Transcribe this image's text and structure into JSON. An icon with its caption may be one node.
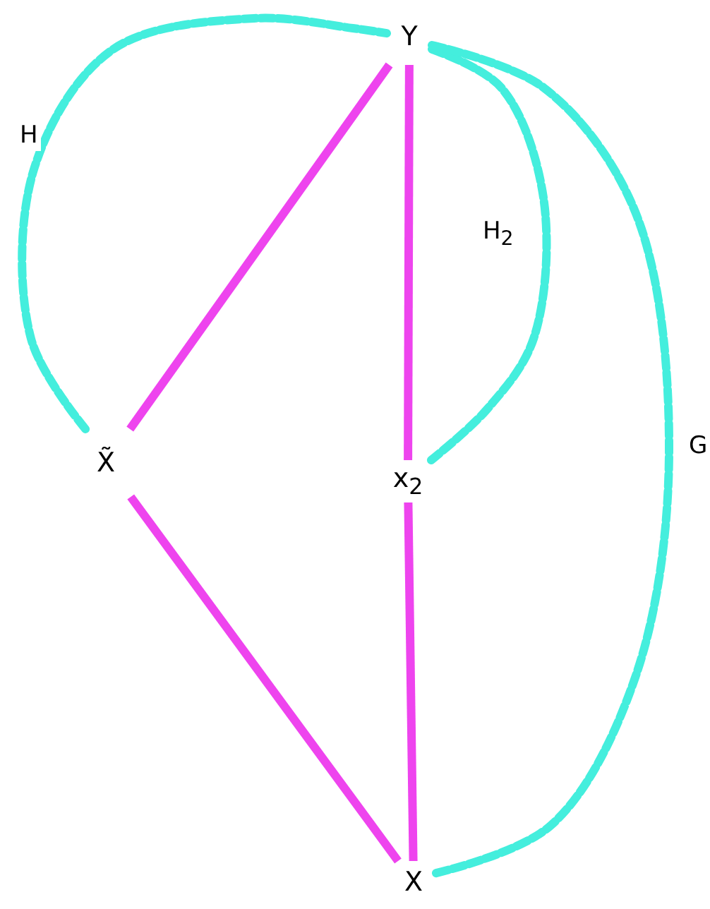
{
  "diagram": {
    "nodes": [
      {
        "text": [
          "Y"
        ]
      },
      {
        "text": [
          "X̃"
        ]
      },
      {
        "text": [
          "x$_{2}$"
        ]
      },
      {
        "text": [
          "X"
        ]
      }
    ],
    "edges": [
      {
        "from": 0,
        "to": 1,
        "arrow": "none"
      },
      {
        "from": 0,
        "to": 2,
        "arrow": "none"
      },
      {
        "from": 1,
        "to": 3,
        "arrow": "none"
      },
      {
        "from": 2,
        "to": 3,
        "arrow": "none"
      },
      {
        "from": 1,
        "to": 0,
        "arrow": "none",
        "label": "H",
        "style": "dashed",
        "color": "#44eedd"
      },
      {
        "from": 0,
        "to": 2,
        "arrow": "none",
        "label": "H$_{2}$",
        "style": "dashed",
        "color": "#44eedd"
      },
      {
        "from": 0,
        "to": 3,
        "arrow": "none",
        "label": "G",
        "style": "dashed",
        "color": "#44eedd"
      }
    ]
  }
}
